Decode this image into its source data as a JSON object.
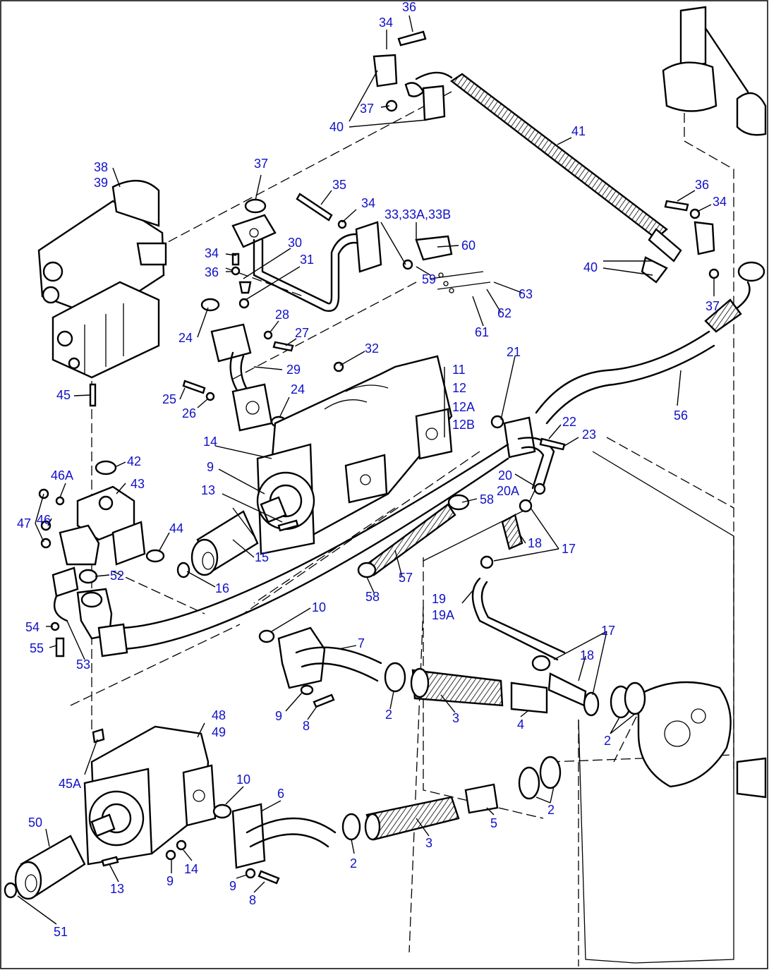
{
  "diagram": {
    "callouts": [
      {
        "id": "c-36-top",
        "text": "36"
      },
      {
        "id": "c-34-top",
        "text": "34"
      },
      {
        "id": "c-37-top",
        "text": "37"
      },
      {
        "id": "c-40-top",
        "text": "40"
      },
      {
        "id": "c-41",
        "text": "41"
      },
      {
        "id": "c-38",
        "text": "38"
      },
      {
        "id": "c-39",
        "text": "39"
      },
      {
        "id": "c-37-mid",
        "text": "37"
      },
      {
        "id": "c-35",
        "text": "35"
      },
      {
        "id": "c-34-mid",
        "text": "34"
      },
      {
        "id": "c-33",
        "text": "33,33A,33B"
      },
      {
        "id": "c-36-right",
        "text": "36"
      },
      {
        "id": "c-34-right",
        "text": "34"
      },
      {
        "id": "c-40-right",
        "text": "40"
      },
      {
        "id": "c-37-right",
        "text": "37"
      },
      {
        "id": "c-60",
        "text": "60"
      },
      {
        "id": "c-59",
        "text": "59"
      },
      {
        "id": "c-63",
        "text": "63"
      },
      {
        "id": "c-62",
        "text": "62"
      },
      {
        "id": "c-61",
        "text": "61"
      },
      {
        "id": "c-34-left",
        "text": "34"
      },
      {
        "id": "c-36-left",
        "text": "36"
      },
      {
        "id": "c-30",
        "text": "30"
      },
      {
        "id": "c-31",
        "text": "31"
      },
      {
        "id": "c-24-left",
        "text": "24"
      },
      {
        "id": "c-28",
        "text": "28"
      },
      {
        "id": "c-27",
        "text": "27"
      },
      {
        "id": "c-29",
        "text": "29"
      },
      {
        "id": "c-32",
        "text": "32"
      },
      {
        "id": "c-11",
        "text": "11"
      },
      {
        "id": "c-12",
        "text": "12"
      },
      {
        "id": "c-12A",
        "text": "12A"
      },
      {
        "id": "c-12B",
        "text": "12B"
      },
      {
        "id": "c-21",
        "text": "21"
      },
      {
        "id": "c-56",
        "text": "56"
      },
      {
        "id": "c-45",
        "text": "45"
      },
      {
        "id": "c-25",
        "text": "25"
      },
      {
        "id": "c-26",
        "text": "26"
      },
      {
        "id": "c-24-mid",
        "text": "24"
      },
      {
        "id": "c-22",
        "text": "22"
      },
      {
        "id": "c-23",
        "text": "23"
      },
      {
        "id": "c-14-top",
        "text": "14"
      },
      {
        "id": "c-9-top",
        "text": "9"
      },
      {
        "id": "c-13-top",
        "text": "13"
      },
      {
        "id": "c-42",
        "text": "42"
      },
      {
        "id": "c-46A",
        "text": "46A"
      },
      {
        "id": "c-43",
        "text": "43"
      },
      {
        "id": "c-47",
        "text": "47"
      },
      {
        "id": "c-46",
        "text": "46"
      },
      {
        "id": "c-44",
        "text": "44"
      },
      {
        "id": "c-20",
        "text": "20"
      },
      {
        "id": "c-20A",
        "text": "20A"
      },
      {
        "id": "c-58-right",
        "text": "58"
      },
      {
        "id": "c-18-top",
        "text": "18"
      },
      {
        "id": "c-17-top",
        "text": "17"
      },
      {
        "id": "c-15",
        "text": "15"
      },
      {
        "id": "c-16",
        "text": "16"
      },
      {
        "id": "c-52",
        "text": "52"
      },
      {
        "id": "c-57",
        "text": "57"
      },
      {
        "id": "c-58-left",
        "text": "58"
      },
      {
        "id": "c-19",
        "text": "19"
      },
      {
        "id": "c-19A",
        "text": "19A"
      },
      {
        "id": "c-54",
        "text": "54"
      },
      {
        "id": "c-55",
        "text": "55"
      },
      {
        "id": "c-53",
        "text": "53"
      },
      {
        "id": "c-10-mid",
        "text": "10"
      },
      {
        "id": "c-7",
        "text": "7"
      },
      {
        "id": "c-17-mid",
        "text": "17"
      },
      {
        "id": "c-18-mid",
        "text": "18"
      },
      {
        "id": "c-9-mid",
        "text": "9"
      },
      {
        "id": "c-8-mid",
        "text": "8"
      },
      {
        "id": "c-2-a",
        "text": "2"
      },
      {
        "id": "c-3-mid",
        "text": "3"
      },
      {
        "id": "c-4",
        "text": "4"
      },
      {
        "id": "c-2-b",
        "text": "2"
      },
      {
        "id": "c-48",
        "text": "48"
      },
      {
        "id": "c-49",
        "text": "49"
      },
      {
        "id": "c-45A",
        "text": "45A"
      },
      {
        "id": "c-10-low",
        "text": "10"
      },
      {
        "id": "c-6",
        "text": "6"
      },
      {
        "id": "c-2-c",
        "text": "2"
      },
      {
        "id": "c-5",
        "text": "5"
      },
      {
        "id": "c-50",
        "text": "50"
      },
      {
        "id": "c-3-low",
        "text": "3"
      },
      {
        "id": "c-2-d",
        "text": "2"
      },
      {
        "id": "c-9-low-a",
        "text": "9"
      },
      {
        "id": "c-14-low",
        "text": "14"
      },
      {
        "id": "c-13-low",
        "text": "13"
      },
      {
        "id": "c-9-low-b",
        "text": "9"
      },
      {
        "id": "c-8-low",
        "text": "8"
      },
      {
        "id": "c-51",
        "text": "51"
      }
    ]
  }
}
